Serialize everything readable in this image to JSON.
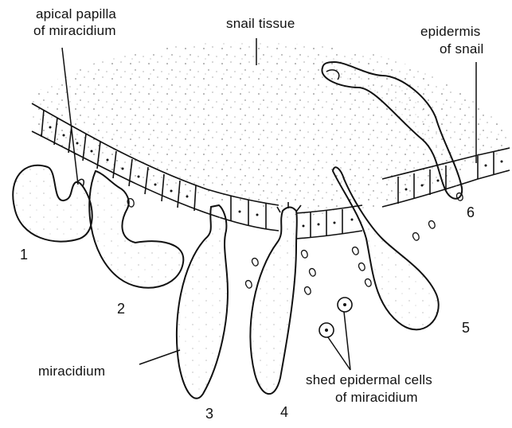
{
  "labels": {
    "apical_papilla_line1": "apical papilla",
    "apical_papilla_line2": "of miracidium",
    "snail_tissue": "snail tissue",
    "epidermis_line1": "epidermis",
    "epidermis_line2": "of snail",
    "miracidium": "miracidium",
    "shed_line1": "shed epidermal cells",
    "shed_line2": "of miracidium"
  },
  "stage_numbers": [
    "1",
    "2",
    "3",
    "4",
    "5",
    "6"
  ]
}
